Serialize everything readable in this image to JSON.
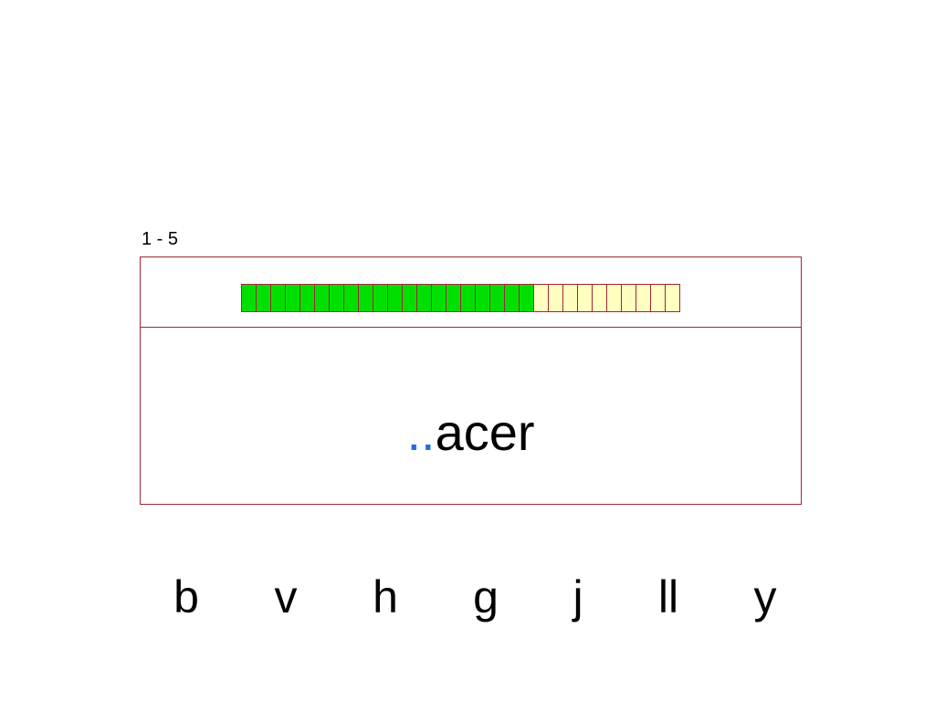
{
  "counter": "1 - 5",
  "progress": {
    "total": 30,
    "filled": 20,
    "filled_color": "#00e000",
    "empty_color": "#ffffc0",
    "border_color": "#a3243b"
  },
  "exercise": {
    "blank": "..",
    "word_rest": "acer"
  },
  "options": [
    "b",
    "v",
    "h",
    "g",
    "j",
    "ll",
    "y"
  ]
}
